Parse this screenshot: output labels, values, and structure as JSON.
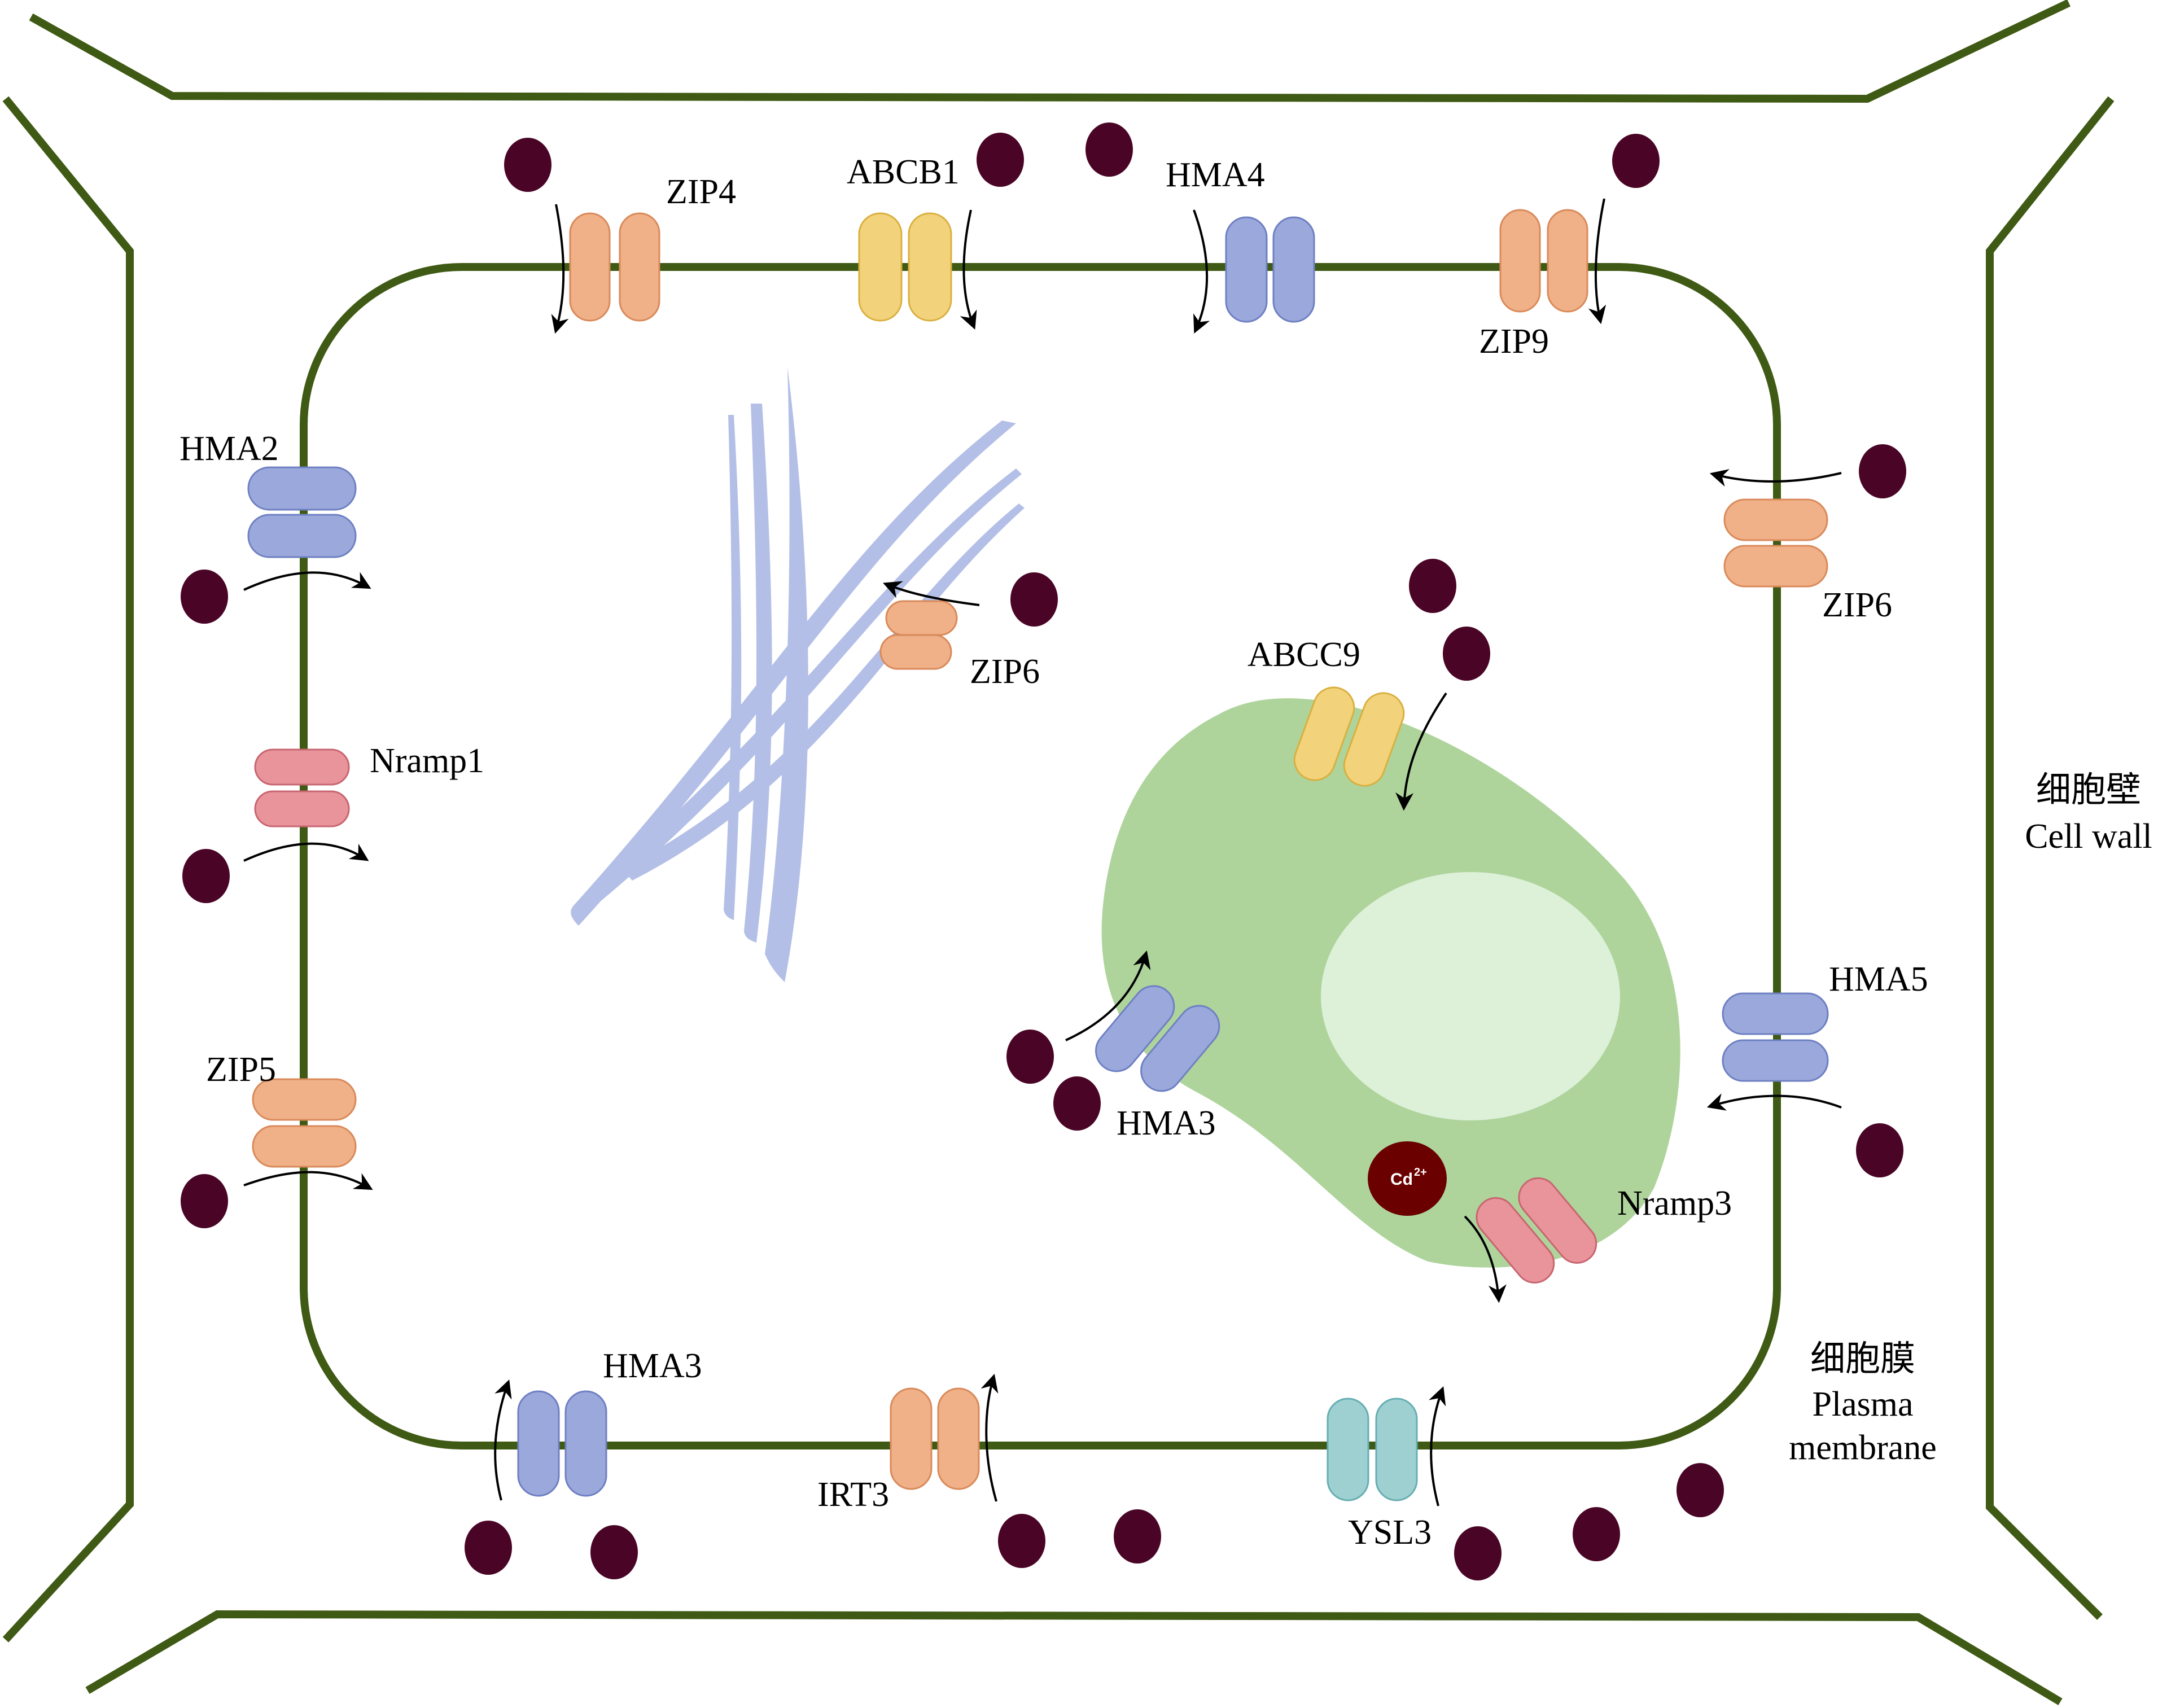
{
  "labels": {
    "cell_wall_cn": "细胞壁",
    "cell_wall_en": "Cell wall",
    "plasma_membrane_cn": "细胞膜",
    "plasma_membrane_en_1": "Plasma",
    "plasma_membrane_en_2": "membrane",
    "cd_ion": "Cd",
    "cd_charge": "2+"
  },
  "transporters": {
    "zip4": "ZIP4",
    "abcb1": "ABCB1",
    "hma4": "HMA4",
    "zip9": "ZIP9",
    "hma2": "HMA2",
    "nramp1": "Nramp1",
    "zip5": "ZIP5",
    "zip6_golgi": "ZIP6",
    "zip6_membrane": "ZIP6",
    "abcc9": "ABCC9",
    "hma3_vacuole": "HMA3",
    "hma5": "HMA5",
    "nramp3": "Nramp3",
    "hma3_membrane": "HMA3",
    "irt3": "IRT3",
    "ysl3": "YSL3"
  },
  "colors": {
    "membrane": "#3f5a14",
    "cadmium": "#4a0526",
    "cadmium_ion": "#6b0000",
    "zip_orange": "#f0b088",
    "abc_yellow": "#f2d27a",
    "hma_blue": "#9aa8dc",
    "nramp_pink": "#e8949a",
    "ysl_teal": "#9ed0d2",
    "golgi": "#b3bfe6",
    "vacuole": "#aed49c",
    "nucleus": "#ddf0d8"
  }
}
